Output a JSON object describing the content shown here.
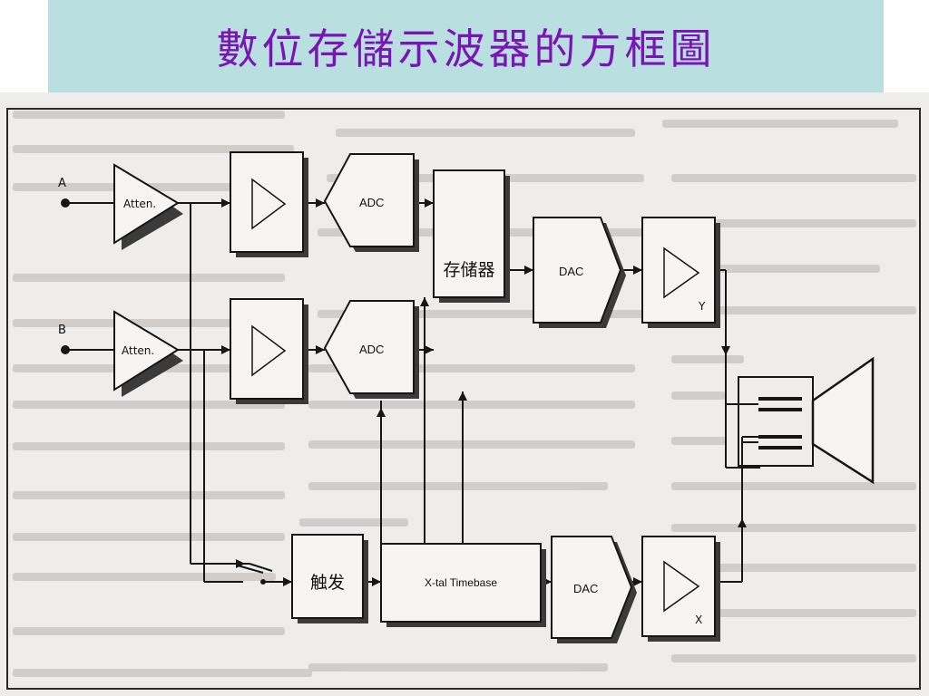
{
  "title": "數位存儲示波器的方框圖",
  "colors": {
    "banner_bg": "#b9dfe1",
    "title_color": "#7a14b4",
    "scan_bg": "#efedeb",
    "ghost_text": "#a9a6a2",
    "line": "#161616"
  },
  "diagram": {
    "input_a": "A",
    "input_b": "B",
    "atten_a": "Atten.",
    "atten_b": "Atten.",
    "adc_a": "ADC",
    "adc_b": "ADC",
    "memory": "存储器",
    "dac_y": "DAC",
    "amp_y": "Y",
    "trigger": "触发",
    "timebase": "X-tal Timebase",
    "dac_x": "DAC",
    "amp_x": "X"
  },
  "icons": [
    "input-terminal-icon",
    "attenuator-triangle-icon",
    "amplifier-triangle-icon",
    "crt-tube-icon",
    "switch-icon"
  ]
}
